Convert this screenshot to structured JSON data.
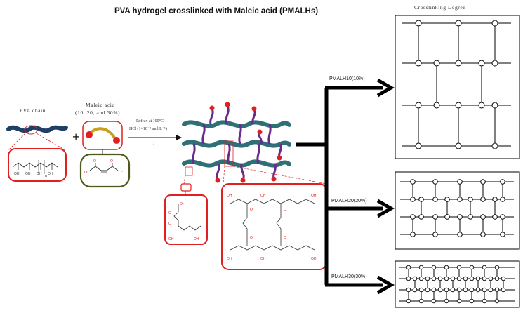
{
  "title": "PVA hydrogel crosslinked with Maleic acid (PMALHs)",
  "right_header": "Crosslinking Degree",
  "pva_label": "PVA chain",
  "maleic_label": "Maleic acid",
  "maleic_sub": "(10, 20, and 30%)",
  "reaction_line1": "Reflux at 100°C",
  "reaction_line2": "HCl (1×10⁻² mol L⁻¹)",
  "step_marker": "i",
  "plus": "+",
  "branches": [
    {
      "label": "PMALH10",
      "pct": "(10%)"
    },
    {
      "label": "PMALH20",
      "pct": "(20%)"
    },
    {
      "label": "PMALH30",
      "pct": "(30%)"
    }
  ],
  "chem": {
    "oh": "OH",
    "o": "O",
    "o_minus": "O⁻",
    "n": "n"
  },
  "colors": {
    "pva_chain": "#1f3f66",
    "teal_chain": "#2e6f78",
    "red": "#e02020",
    "olive": "#4d5a1e",
    "crosslink": "#6a2a8a",
    "gold": "#c8a020"
  }
}
